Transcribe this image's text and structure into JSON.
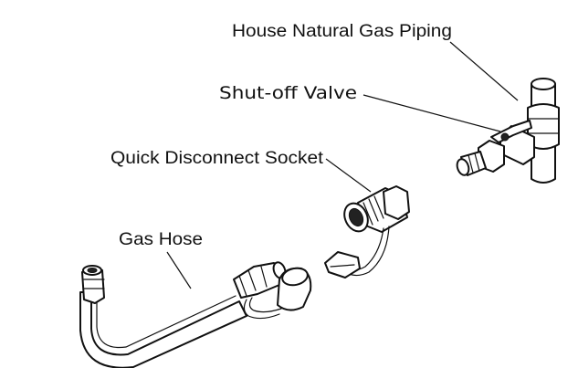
{
  "labels": {
    "house_piping": "House Natural Gas Piping",
    "shutoff_valve": "Shut-off Valve",
    "qd_socket": "Quick Disconnect Socket",
    "gas_hose": "Gas Hose"
  }
}
